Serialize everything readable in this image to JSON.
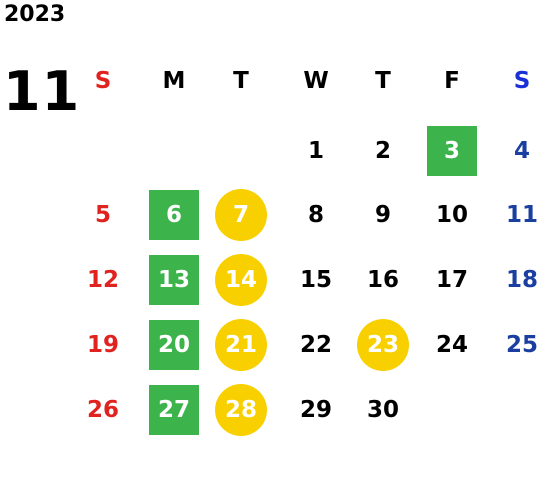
{
  "calendar": {
    "year": "2023",
    "month": "11",
    "weekdays": [
      "S",
      "M",
      "T",
      "W",
      "T",
      "F",
      "S"
    ],
    "weeks": [
      [
        "",
        "",
        "",
        "1",
        "2",
        "3",
        "4"
      ],
      [
        "5",
        "6",
        "7",
        "8",
        "9",
        "10",
        "11"
      ],
      [
        "12",
        "13",
        "14",
        "15",
        "16",
        "17",
        "18"
      ],
      [
        "19",
        "20",
        "21",
        "22",
        "23",
        "24",
        "25"
      ],
      [
        "26",
        "27",
        "28",
        "29",
        "30",
        "",
        ""
      ]
    ],
    "green_marked_days": [
      "3",
      "6",
      "13",
      "20",
      "27"
    ],
    "yellow_marked_days": [
      "7",
      "14",
      "21",
      "23",
      "28"
    ]
  },
  "colors": {
    "sunday": "#e0231f",
    "saturday": "#1a3fa0",
    "saturday_header": "#1a2fd6",
    "green_mark": "#3cb44b",
    "yellow_mark": "#f8d000"
  }
}
